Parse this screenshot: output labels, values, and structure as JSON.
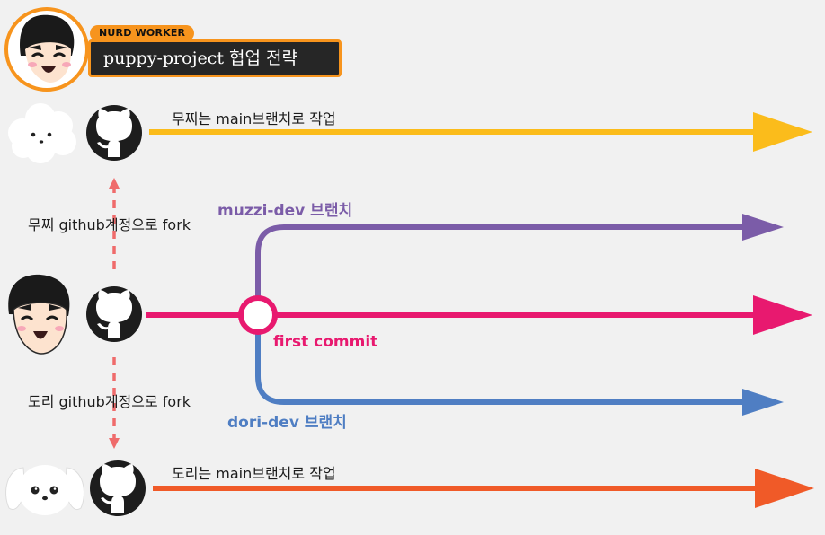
{
  "header": {
    "badge": "NURD WORKER",
    "title": "puppy-project 협업 전략"
  },
  "lanes": {
    "muzzi_main": "무찌는 main브랜치로 작업",
    "dori_main": "도리는 main브랜치로 작업"
  },
  "forks": {
    "muzzi_fork": "무찌 github계정으로 fork",
    "dori_fork": "도리 github계정으로 fork"
  },
  "branches": {
    "muzzi_dev": "muzzi-dev 브랜치",
    "first_commit": "first commit",
    "dori_dev": "dori-dev 브랜치"
  },
  "colors": {
    "muzzi_main": "#fbbc1b",
    "muzzi_dev": "#7b5ca8",
    "owner_main": "#e8196f",
    "dori_dev": "#4f7ec3",
    "dori_main": "#f05a28",
    "fork_arrow": "#ef6b6b",
    "badge": "#f7941d",
    "background": "#f1f1f1"
  },
  "icons": [
    "nerd-avatar-icon",
    "fluffy-dog-icon",
    "white-dog-icon",
    "github-icon"
  ]
}
